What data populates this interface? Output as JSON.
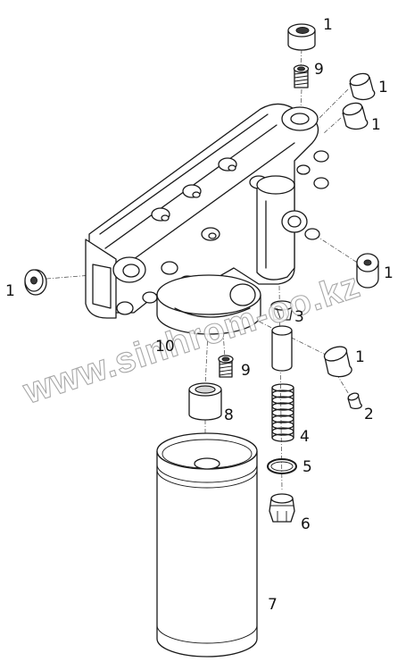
{
  "callouts": [
    {
      "id": "c1a",
      "label": "1"
    },
    {
      "id": "c9a",
      "label": "9"
    },
    {
      "id": "c1b",
      "label": "1"
    },
    {
      "id": "c1c",
      "label": "1"
    },
    {
      "id": "c1d",
      "label": "1"
    },
    {
      "id": "c1e",
      "label": "1"
    },
    {
      "id": "c3",
      "label": "3"
    },
    {
      "id": "c1f",
      "label": "1"
    },
    {
      "id": "c2",
      "label": "2"
    },
    {
      "id": "c10",
      "label": "10"
    },
    {
      "id": "c9b",
      "label": "9"
    },
    {
      "id": "c8",
      "label": "8"
    },
    {
      "id": "c4",
      "label": "4"
    },
    {
      "id": "c5",
      "label": "5"
    },
    {
      "id": "c6",
      "label": "6"
    },
    {
      "id": "c7",
      "label": "7"
    }
  ],
  "watermark": "www.sinhrom-oo.kz"
}
